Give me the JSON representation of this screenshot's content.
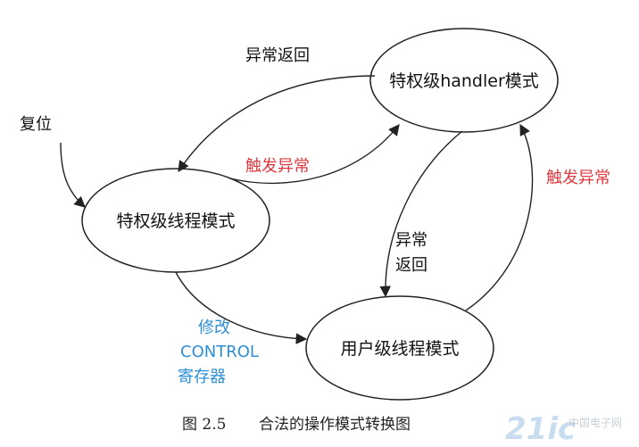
{
  "nodes": {
    "handler": "特权级handler模式",
    "thread_priv": "特权级线程模式",
    "thread_user": "用户级线程模式"
  },
  "edges": {
    "reset": "复位",
    "priv_exception_return": "异常返回",
    "priv_trigger_exception": "触发异常",
    "user_trigger_exception": "触发异常",
    "handler_to_user_return_line1": "异常",
    "handler_to_user_return_line2": "返回",
    "modify_control_line1": "修改",
    "modify_control_line2": "CONTROL",
    "modify_control_line3": "寄存器"
  },
  "caption": {
    "figure_no": "图 2.5",
    "title": "合法的操作模式转换图"
  },
  "watermark": {
    "text": "21ic",
    "subtext": "中国电子网"
  },
  "colors": {
    "stroke": "#222222",
    "text": "#111111",
    "red": "#e0383e",
    "blue": "#2d8fd6"
  }
}
